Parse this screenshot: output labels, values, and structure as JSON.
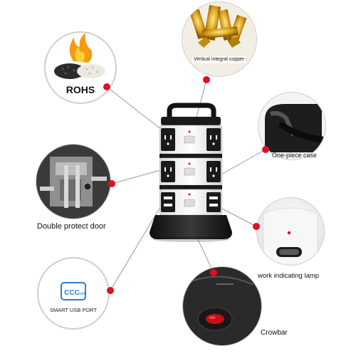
{
  "labels": {
    "copper": "Vertical integral copper strip",
    "rohs": "ROHS",
    "case": "One-piece case",
    "door": "Double protect door",
    "lamp": "work indicating lamp",
    "usb": "SMART USB PORT",
    "ccc": "CCC",
    "se": "S&E",
    "crowbar": "Crowbar"
  },
  "colors": {
    "marker": "#e01020",
    "circle_border": "#cfcfcf",
    "leader_line": "#9a9a9a",
    "tower_black": "#1a1a1a",
    "tower_white": "#f4f4f4",
    "ccc_blue": "#2a7fd0"
  },
  "callouts": [
    "copper-strip",
    "rohs",
    "one-piece-case",
    "double-protect-door",
    "work-indicating-lamp",
    "smart-usb-port",
    "crowbar"
  ]
}
